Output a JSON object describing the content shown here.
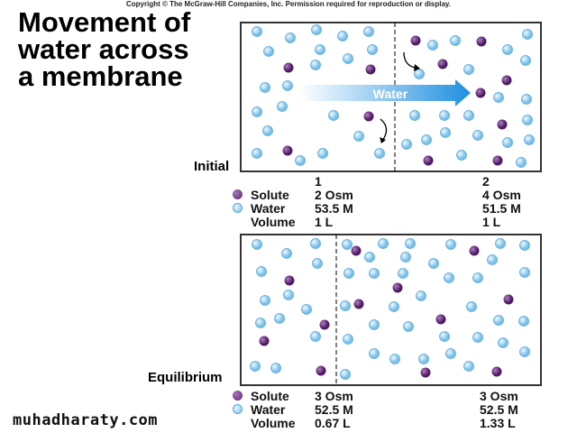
{
  "copyright": "Copyright © The McGraw-Hill Companies, Inc. Permission required for reproduction or display.",
  "title": [
    "Movement of",
    "water across",
    "a membrane"
  ],
  "arrow_label": "Water",
  "initial": {
    "label": "Initial",
    "col1": "1",
    "col2": "2",
    "rows": [
      {
        "name": "Solute",
        "v1": "2 Osm",
        "v2": "4 Osm"
      },
      {
        "name": "Water",
        "v1": "53.5 M",
        "v2": "51.5 M"
      },
      {
        "name": "Volume",
        "v1": "1 L",
        "v2": "1 L"
      }
    ]
  },
  "equilibrium": {
    "label": "Equilibrium",
    "rows": [
      {
        "name": "Solute",
        "v1": "3 Osm",
        "v2": "3 Osm"
      },
      {
        "name": "Water",
        "v1": "52.5 M",
        "v2": "52.5 M"
      },
      {
        "name": "Volume",
        "v1": "0.67 L",
        "v2": "1.33 L"
      }
    ]
  },
  "watermark": "muhadharaty.com",
  "colors": {
    "solute": "#5b2270",
    "water": "#7cc3ea",
    "arrow": "#1f8fe0"
  }
}
